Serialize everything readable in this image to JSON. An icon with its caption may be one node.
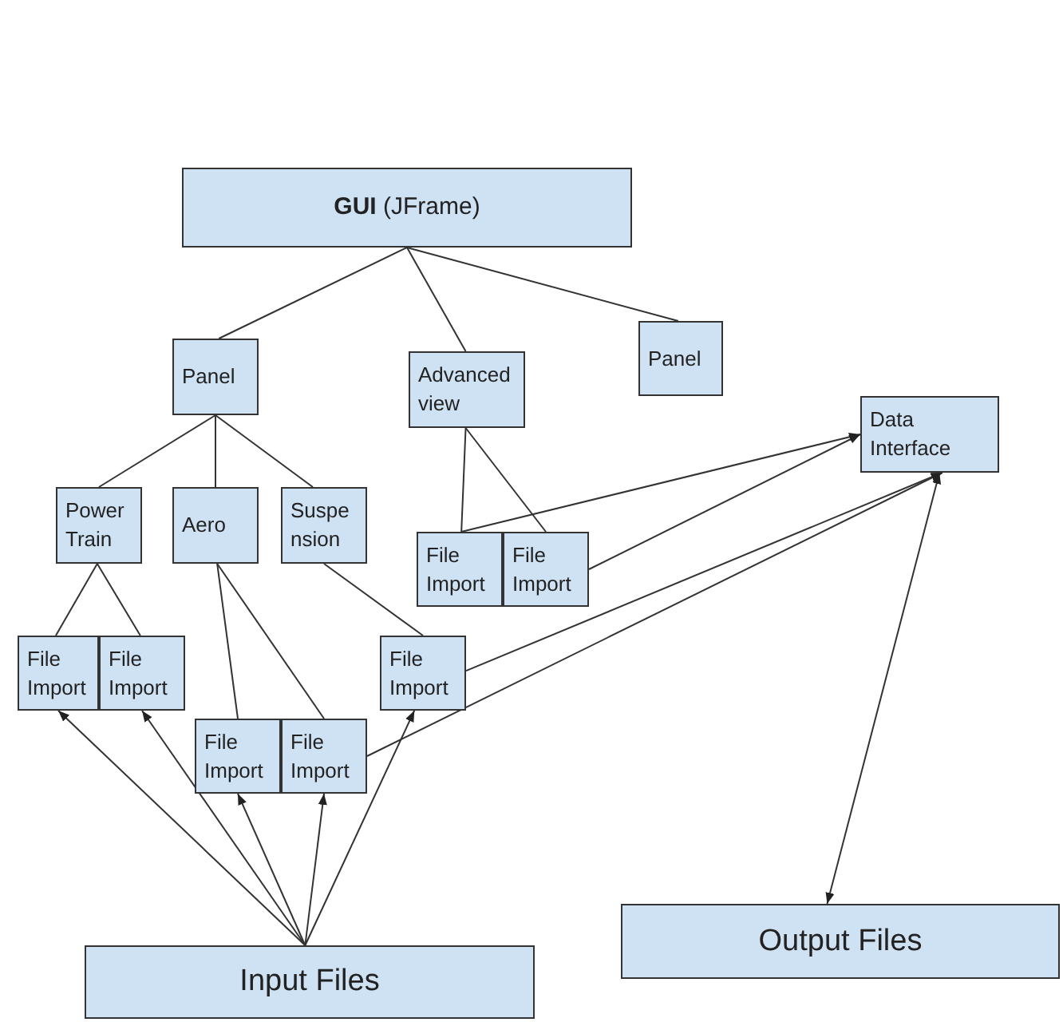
{
  "diagram": {
    "nodes": [
      {
        "text": [
          "**GUI** (JFrame)"
        ]
      },
      {
        "text": [
          "Panel"
        ]
      },
      {
        "text": [
          "Advanced view"
        ]
      },
      {
        "text": [
          "Panel"
        ]
      },
      {
        "text": [
          "Data Interface"
        ]
      },
      {
        "text": [
          "Power Train"
        ]
      },
      {
        "text": [
          "Aero"
        ]
      },
      {
        "text": [
          "Suspe nsion"
        ]
      },
      {
        "text": [
          "File Import"
        ]
      },
      {
        "text": [
          "File Import"
        ]
      },
      {
        "text": [
          "File Import"
        ]
      },
      {
        "text": [
          "File Import"
        ]
      },
      {
        "text": [
          "File Import"
        ]
      },
      {
        "text": [
          "File Import"
        ]
      },
      {
        "text": [
          "File Import"
        ]
      },
      {
        "text": [
          "Input Files"
        ]
      },
      {
        "text": [
          "Output Files"
        ]
      }
    ],
    "edges": [
      {
        "from": 0,
        "to": 1,
        "arrow": "none"
      },
      {
        "from": 0,
        "to": 2,
        "arrow": "none"
      },
      {
        "from": 0,
        "to": 3,
        "arrow": "none"
      },
      {
        "from": 1,
        "to": 5,
        "arrow": "none"
      },
      {
        "from": 1,
        "to": 6,
        "arrow": "none"
      },
      {
        "from": 1,
        "to": 7,
        "arrow": "none"
      },
      {
        "from": 2,
        "to": 8,
        "arrow": "none"
      },
      {
        "from": 2,
        "to": 9,
        "arrow": "none"
      },
      {
        "from": 5,
        "to": 10,
        "arrow": "none"
      },
      {
        "from": 5,
        "to": 11,
        "arrow": "none"
      },
      {
        "from": 6,
        "to": 13,
        "arrow": "none"
      },
      {
        "from": 6,
        "to": 14,
        "arrow": "none"
      },
      {
        "from": 7,
        "to": 12,
        "arrow": "none"
      },
      {
        "from": 8,
        "to": 4,
        "arrow": "to"
      },
      {
        "from": 9,
        "to": 4,
        "arrow": "to"
      },
      {
        "from": 12,
        "to": 4,
        "arrow": "to"
      },
      {
        "from": 14,
        "to": 4,
        "arrow": "to"
      },
      {
        "from": 4,
        "to": 16,
        "arrow": "both"
      },
      {
        "from": 15,
        "to": 10,
        "arrow": "to"
      },
      {
        "from": 15,
        "to": 11,
        "arrow": "to"
      },
      {
        "from": 15,
        "to": 13,
        "arrow": "to"
      },
      {
        "from": 15,
        "to": 14,
        "arrow": "to"
      },
      {
        "from": 15,
        "to": 12,
        "arrow": "to"
      }
    ]
  }
}
